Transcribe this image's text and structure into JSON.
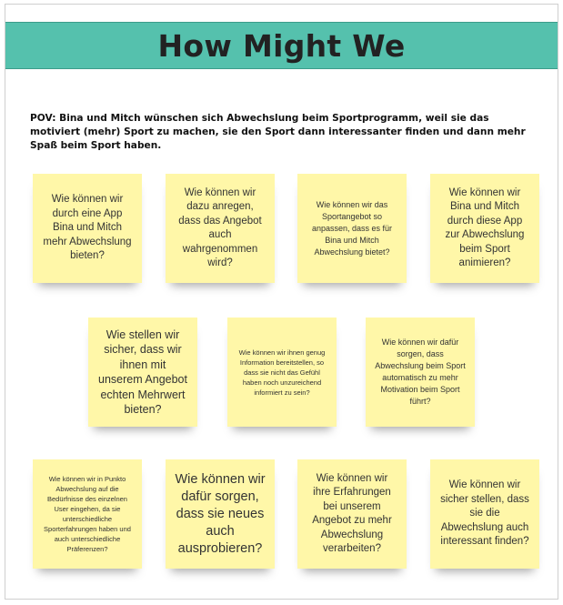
{
  "header": {
    "title": "How Might We"
  },
  "pov": "POV: Bina und Mitch wünschen sich Abwechslung beim Sportprogramm, weil sie das motiviert (mehr) Sport zu machen, sie den Sport dann interessanter finden und dann mehr Spaß beim Sport haben.",
  "notes": [
    "Wie können wir durch eine App Bina und Mitch mehr Abwechslung bieten?",
    "Wie können wir dazu anregen, dass das Angebot auch wahrgenommen wird?",
    "Wie können wir das Sportangebot so anpassen, dass es für Bina und Mitch Abwechslung bietet?",
    "Wie können wir Bina und Mitch durch diese App zur Abwechslung beim Sport animieren?",
    "Wie stellen wir sicher, dass wir ihnen mit unserem Angebot echten Mehrwert bieten?",
    "Wie können wir ihnen genug Information bereitstellen, so dass sie nicht das Gefühl haben noch unzureichend informiert zu sein?",
    "Wie können wir dafür sorgen, dass Abwechslung beim Sport automatisch zu mehr Motivation beim Sport führt?",
    "Wie können wir in Punkto Abwechslung auf die Bedürfnisse des einzelnen User eingehen, da sie unterschiedliche Sporterfahrungen haben und auch unterschiedliche Präferenzen?",
    "Wie können wir dafür sorgen, dass sie neues auch ausprobieren?",
    "Wie können wir ihre Erfahrungen bei unserem Angebot zu mehr Abwechslung verarbeiten?",
    "Wie können wir sicher stellen, dass sie die Abwechslung auch interessant finden?"
  ]
}
